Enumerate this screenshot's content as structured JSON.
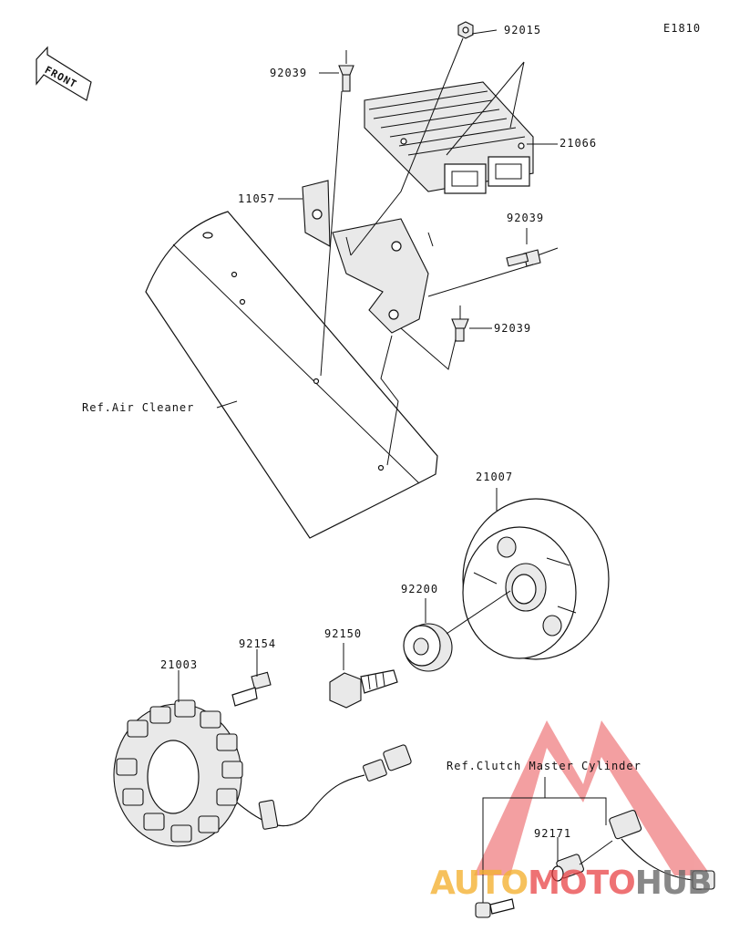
{
  "diagram_code": "E1810",
  "front_label": "FRONT",
  "parts": [
    {
      "number": "92015"
    },
    {
      "number": "92039"
    },
    {
      "number": "21066"
    },
    {
      "number": "11057"
    },
    {
      "number": "92039"
    },
    {
      "number": "92039"
    },
    {
      "number": "21007"
    },
    {
      "number": "92200"
    },
    {
      "number": "92150"
    },
    {
      "number": "92154"
    },
    {
      "number": "21003"
    },
    {
      "number": "92171"
    }
  ],
  "references": {
    "air_cleaner": "Ref.Air Cleaner",
    "clutch_master_cylinder": "Ref.Clutch Master Cylinder"
  },
  "watermark": {
    "part1": "AUTO",
    "part2": "MOTO",
    "part3": "HUB",
    "color_primary": "#f4b234",
    "color_secondary": "#e8373a",
    "color_dark": "#6b6b6b"
  }
}
